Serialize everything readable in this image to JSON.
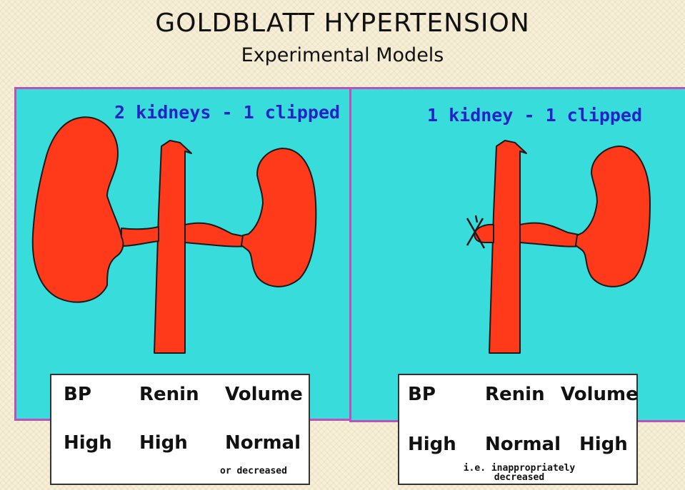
{
  "title": "GOLDBLATT HYPERTENSION",
  "subtitle": "Experimental Models",
  "colors": {
    "panel_background": "#38dcdb",
    "panel_border": "#c04fb8",
    "kidney": "#ff3a1a",
    "heading_text": "#2323c8"
  },
  "panels": [
    {
      "heading": "2 kidneys - 1 clipped",
      "table": {
        "headers": [
          "BP",
          "Renin",
          "Volume"
        ],
        "values": [
          "High",
          "High",
          "Normal"
        ],
        "note": "or decreased"
      }
    },
    {
      "heading": "1 kidney - 1 clipped",
      "table": {
        "headers": [
          "BP",
          "Renin",
          "Volume"
        ],
        "values": [
          "High",
          "Normal",
          "High"
        ],
        "note_line1": "i.e. inappropriately",
        "note_line2": "decreased"
      }
    }
  ]
}
